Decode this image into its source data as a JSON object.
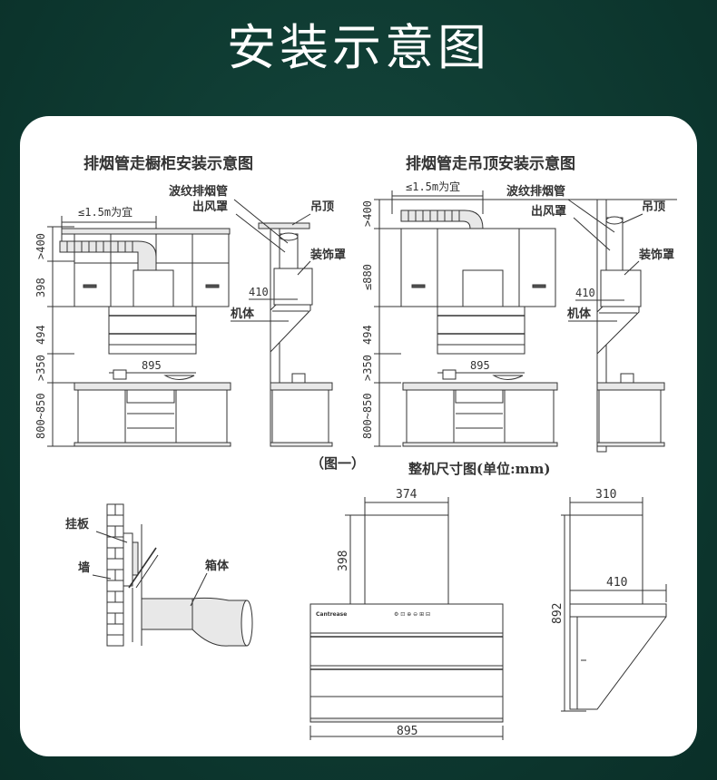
{
  "page": {
    "title": "安装示意图"
  },
  "left_diagram": {
    "title": "排烟管走橱柜安装示意图",
    "dim_top": "≤1.5m为宜",
    "dims": {
      "d400": ">400",
      "d398": "398",
      "d494": "494",
      "d350": ">350",
      "d850": "800~850",
      "d895": "895",
      "d410": "410"
    },
    "labels": {
      "corrugated_pipe": "波纹排烟管",
      "outlet_hood": "出风罩",
      "ceiling": "吊顶",
      "decor_cover": "装饰罩",
      "body": "机体"
    }
  },
  "right_diagram": {
    "title": "排烟管走吊顶安装示意图",
    "dim_top": "≤1.5m为宜",
    "dims": {
      "d400": ">400",
      "d880": "≤880",
      "d494": "494",
      "d350": ">350",
      "d850": "800~850",
      "d895": "895",
      "d410": "410"
    },
    "labels": {
      "corrugated_pipe": "波纹排烟管",
      "outlet_hood": "出风罩",
      "ceiling": "吊顶",
      "decor_cover": "装饰罩",
      "body": "机体"
    }
  },
  "figure_caption": "（图一）",
  "dimension_title": "整机尺寸图(单位:mm)",
  "mount_detail": {
    "hanger": "挂板",
    "wall": "墙",
    "box": "箱体"
  },
  "front_view": {
    "w_top": "374",
    "h_top": "398",
    "w_bottom": "895",
    "brand": "Cantrease",
    "panel_text": "⚙ ⊡ ⊕ ⊖ ⊞ ⊟"
  },
  "side_view": {
    "w_top": "310",
    "w_hood": "410",
    "height": "892"
  }
}
